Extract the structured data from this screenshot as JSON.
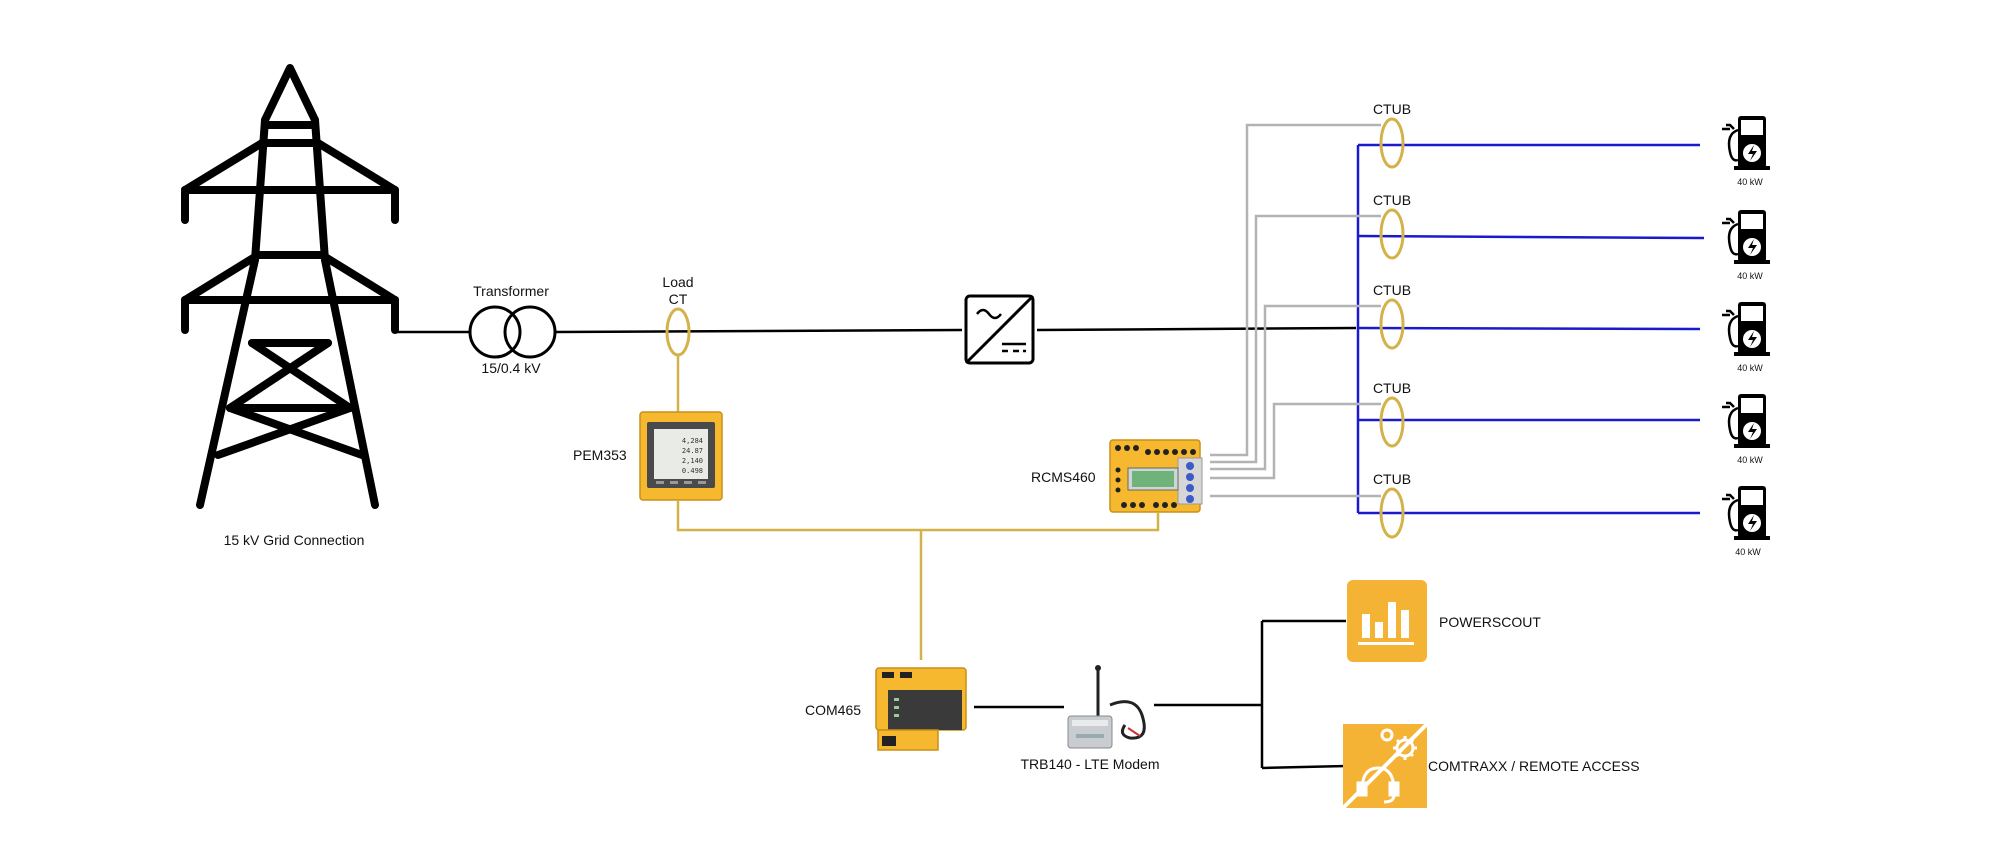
{
  "grid": {
    "label": "15 kV Grid Connection"
  },
  "transformer": {
    "title": "Transformer",
    "rating": "15/0.4 kV"
  },
  "load_ct": {
    "line1": "Load",
    "line2": "CT"
  },
  "pem353": {
    "label": "PEM353",
    "readings": [
      "4,284",
      "24.87",
      "2,140",
      "0.498"
    ]
  },
  "rcms460": {
    "label": "RCMS460"
  },
  "ctub": {
    "label": "CTUB"
  },
  "chargers": [
    {
      "rating": "40 kW"
    },
    {
      "rating": "40 kW"
    },
    {
      "rating": "40 kW"
    },
    {
      "rating": "40 kW"
    },
    {
      "rating": "40 kW"
    }
  ],
  "com465": {
    "label": "COM465"
  },
  "modem": {
    "label": "TRB140 - LTE Modem"
  },
  "powerscout": {
    "label": "POWERSCOUT"
  },
  "comtraxx": {
    "label": "COMTRAXX / REMOTE ACCESS"
  },
  "colors": {
    "power_line": "#000000",
    "dc_line": "#1a1acc",
    "ct_line": "#b3b3b3",
    "bus_line": "#d4b24a",
    "device_yellow": "#f5b82e",
    "app_tile": "#f5b335"
  },
  "icons": {
    "tower": "transmission-tower-icon",
    "transformer": "transformer-symbol-icon",
    "inverter": "ac-dc-converter-icon",
    "charger": "ev-charger-icon",
    "powerscout": "bar-chart-icon",
    "comtraxx": "headset-gear-icon"
  }
}
